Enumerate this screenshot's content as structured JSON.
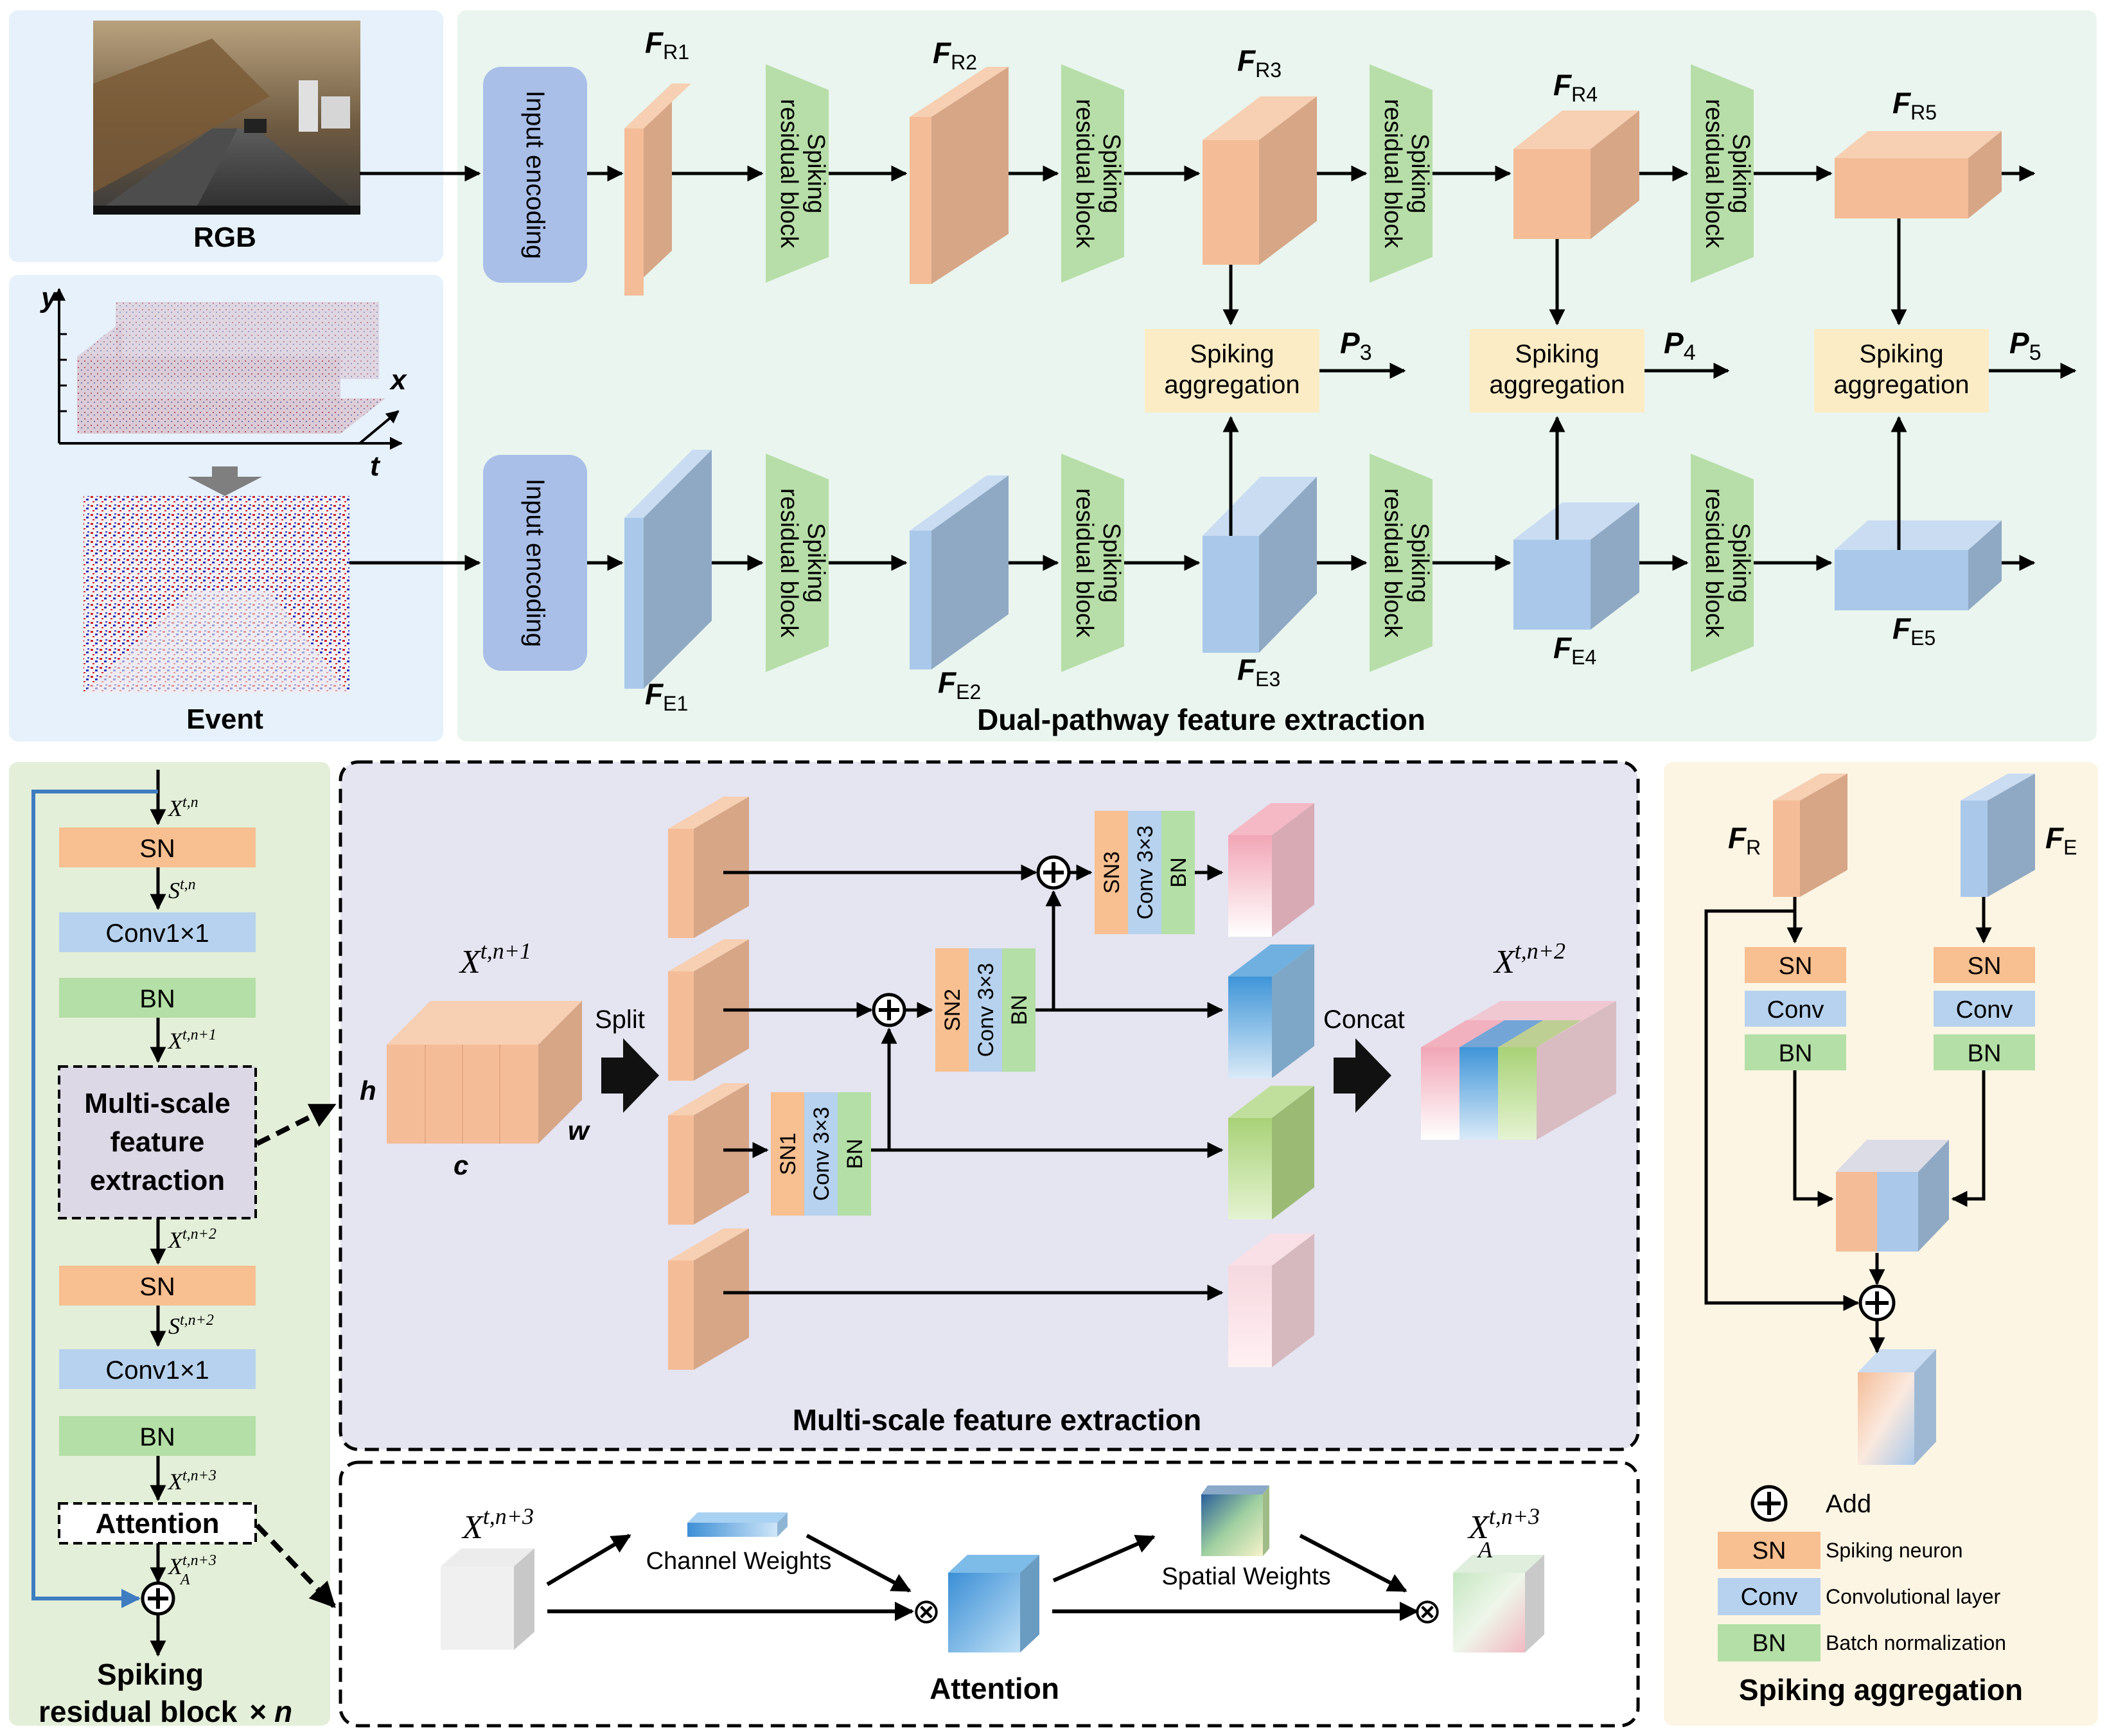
{
  "colors": {
    "panel_blue": "#e6f1fb",
    "panel_green": "#e9f5ee",
    "panel_left_green": "#e3efd9",
    "panel_lavender": "#e5e4f1",
    "panel_cream": "#fdf5e4",
    "encoding": "#a9bfe8",
    "spiking_block": "#b7dea8",
    "aggregation": "#fbecc6",
    "sn": "#f8bf90",
    "conv": "#b7d2ee",
    "bn": "#b4dfa6",
    "rgb_feature": "#f4bd98",
    "event_feature": "#aac9ea",
    "arrow": "#000000",
    "skip_line": "#3f7cc0"
  },
  "inputs": {
    "rgb_label": "RGB",
    "event_label": "Event",
    "axis_y": "y",
    "axis_x": "x",
    "axis_t": "t"
  },
  "encoder": {
    "label": "Input encoding"
  },
  "srb": {
    "line1": "Spiking",
    "line2": "residual  block"
  },
  "features": {
    "r_sub": [
      "R1",
      "R2",
      "R3",
      "R4",
      "R5"
    ],
    "e_sub": [
      "E1",
      "E2",
      "E3",
      "E4",
      "E5"
    ],
    "F": "F"
  },
  "aggregation": {
    "line1": "Spiking",
    "line2": "aggregation",
    "outputs": [
      "3",
      "4",
      "5"
    ],
    "P": "P"
  },
  "dual_title": "Dual-pathway feature extraction",
  "residual_block": {
    "sn": "SN",
    "conv": "Conv1×1",
    "bn": "BN",
    "ms_line1": "Multi-scale",
    "ms_line2": "feature",
    "ms_line3": "extraction",
    "attention": "Attention",
    "title_line1": "Spiking",
    "title_line2": "residual  block",
    "title_times": "× n",
    "var_X": "X",
    "var_S": "S",
    "var_A": "A",
    "sup_tn": "t,n",
    "sup_tn1": "t,n+1",
    "sup_tn2": "t,n+2",
    "sup_tn3": "t,n+3"
  },
  "multiscale": {
    "title": "Multi-scale feature extraction",
    "split": "Split",
    "concat": "Concat",
    "axis_h": "h",
    "axis_w": "w",
    "axis_c": "c",
    "sn1": "SN1",
    "sn2": "SN2",
    "sn3": "SN3",
    "conv": "Conv 3×3",
    "bn": "BN"
  },
  "attention": {
    "title": "Attention",
    "channel_weights": "Channel Weights",
    "spatial_weights": "Spatial Weights",
    "otimes": "⊗"
  },
  "agg_panel": {
    "title": "Spiking aggregation",
    "sn": "SN",
    "conv": "Conv",
    "bn": "BN",
    "fr_sub": "R",
    "fe_sub": "E",
    "legend_add": "Add",
    "legend_sn_desc": "Spiking neuron",
    "legend_conv_desc": "Convolutional layer",
    "legend_bn_desc": "Batch normalization"
  }
}
